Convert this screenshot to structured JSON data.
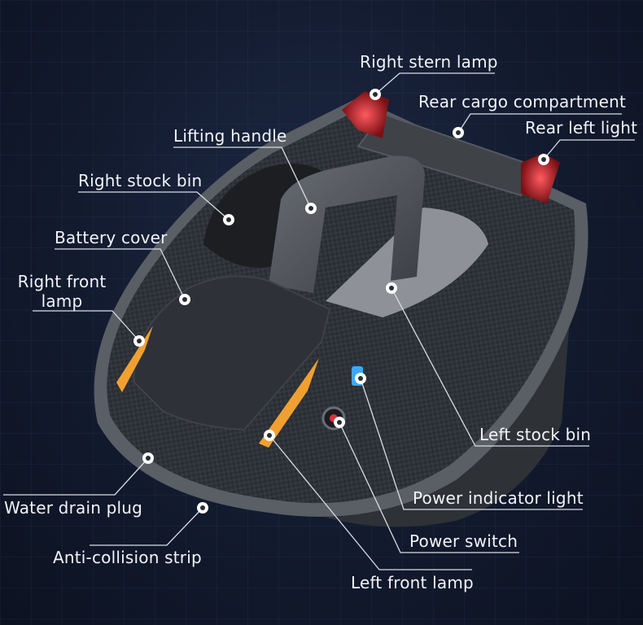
{
  "colors": {
    "background": "#121a2e",
    "leader": "#d8dde6",
    "lamp_red": "#e0303a",
    "lamp_amber": "#f0a030",
    "indicator_blue": "#3aa8ff",
    "hull": "#2b2e34"
  },
  "labels": {
    "right_stern_lamp": "Right stern lamp",
    "rear_cargo_compartment": "Rear cargo compartment",
    "rear_left_light": "Rear left light",
    "lifting_handle": "Lifting handle",
    "right_stock_bin": "Right stock bin",
    "battery_cover": "Battery cover",
    "right_front_lamp": "Right front lamp",
    "left_stock_bin": "Left stock bin",
    "power_indicator_light": "Power indicator light",
    "water_drain_plug": "Water drain plug",
    "power_switch": "Power switch",
    "anti_collision_strip": "Anti-collision strip",
    "left_front_lamp": "Left front lamp"
  }
}
